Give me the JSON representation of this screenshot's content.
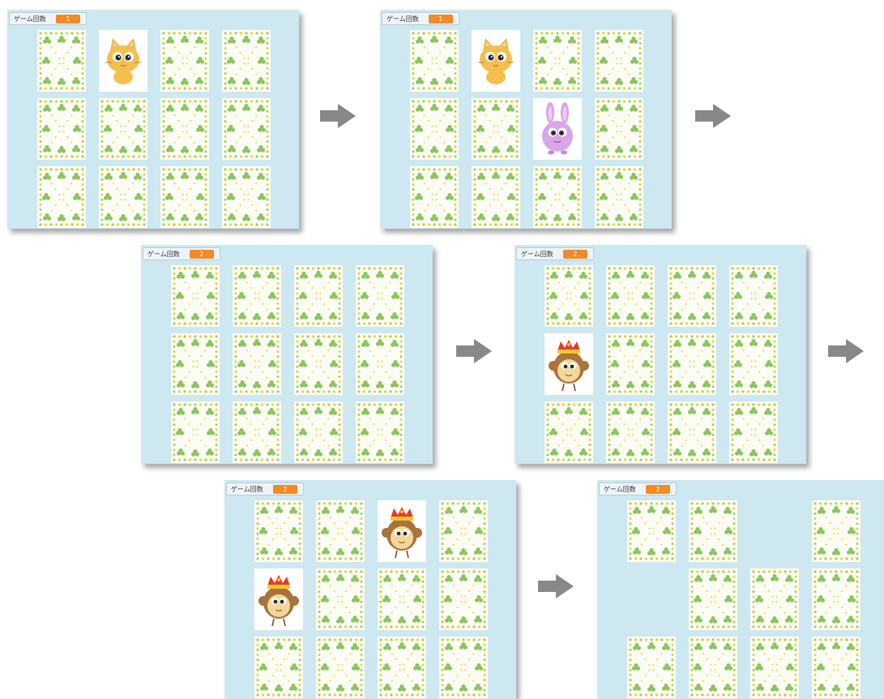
{
  "label": "ゲーム回数",
  "arrow_color": "#888888",
  "panels": [
    {
      "count": "1",
      "cards": [
        "back",
        "cat",
        "back",
        "back",
        "back",
        "back",
        "back",
        "back",
        "back",
        "back",
        "back",
        "back"
      ]
    },
    {
      "count": "1",
      "cards": [
        "back",
        "cat",
        "back",
        "back",
        "back",
        "back",
        "rabbit",
        "back",
        "back",
        "back",
        "back",
        "back"
      ]
    },
    {
      "count": "2",
      "cards": [
        "back",
        "back",
        "back",
        "back",
        "back",
        "back",
        "back",
        "back",
        "back",
        "back",
        "back",
        "back"
      ]
    },
    {
      "count": "2",
      "cards": [
        "back",
        "back",
        "back",
        "back",
        "monkey",
        "back",
        "back",
        "back",
        "back",
        "back",
        "back",
        "back"
      ]
    },
    {
      "count": "2",
      "cards": [
        "back",
        "back",
        "monkey",
        "back",
        "monkey",
        "back",
        "back",
        "back",
        "back",
        "back",
        "back",
        "back"
      ]
    },
    {
      "count": "2",
      "cards": [
        "back",
        "back",
        "empty",
        "back",
        "empty",
        "back",
        "back",
        "back",
        "back",
        "back",
        "back",
        "back"
      ]
    }
  ]
}
